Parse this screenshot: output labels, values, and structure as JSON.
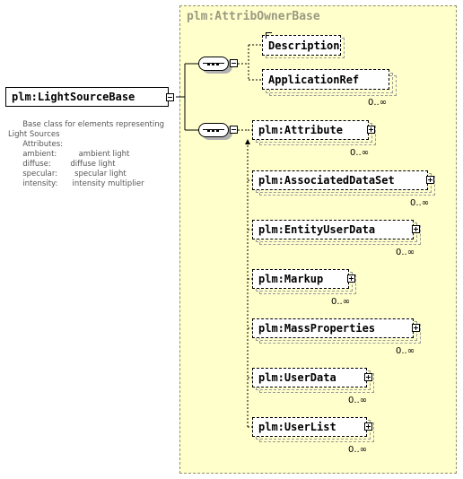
{
  "group": {
    "title": "plm:AttribOwnerBase"
  },
  "root": {
    "label": "plm:LightSourceBase"
  },
  "documentation": {
    "lines": [
      "      Base class for elements representing",
      "Light Sources",
      "",
      "      Attributes:",
      "",
      "      ambient:         ambient light",
      "      diffuse:        diffuse light",
      "      specular:       specular light",
      "      intensity:      intensity multiplier"
    ]
  },
  "first_sequence": {
    "children": [
      {
        "label": "Description",
        "multiplicity": ""
      },
      {
        "label": "ApplicationRef",
        "multiplicity": "0..∞"
      }
    ]
  },
  "second_sequence": {
    "children": [
      {
        "label": "plm:Attribute",
        "multiplicity": "0..∞"
      },
      {
        "label": "plm:AssociatedDataSet",
        "multiplicity": "0..∞"
      },
      {
        "label": "plm:EntityUserData",
        "multiplicity": "0..∞"
      },
      {
        "label": "plm:Markup",
        "multiplicity": "0..∞"
      },
      {
        "label": "plm:MassProperties",
        "multiplicity": "0..∞"
      },
      {
        "label": "plm:UserData",
        "multiplicity": "0..∞"
      },
      {
        "label": "plm:UserList",
        "multiplicity": "0..∞"
      }
    ]
  }
}
